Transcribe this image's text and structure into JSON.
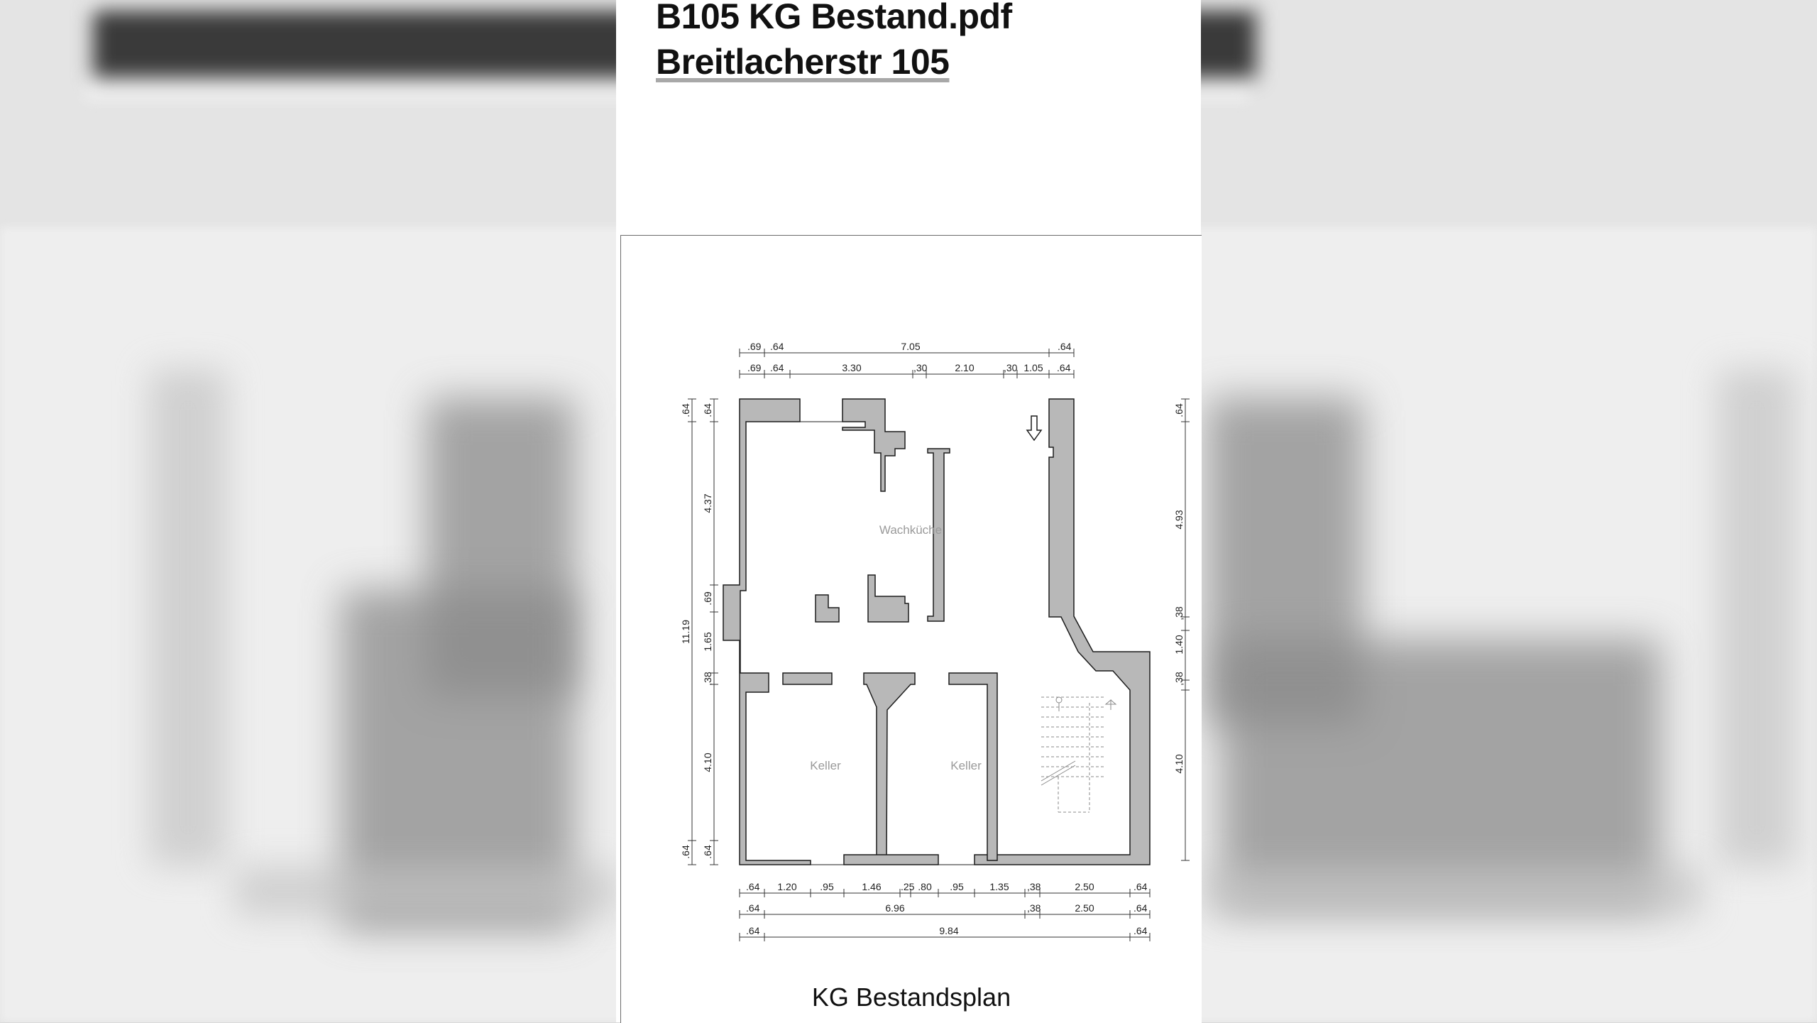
{
  "document": {
    "title": "B105 KG Bestand.pdf",
    "subtitle": "Breitlacherstr 105",
    "caption": "KG Bestandsplan"
  },
  "plan": {
    "rooms": [
      "Wachküche",
      "Keller",
      "Keller"
    ],
    "dims_top_outer": [
      ".69",
      ".64",
      "7.05",
      ".64"
    ],
    "dims_top_inner": [
      ".69",
      ".64",
      "3.30",
      ",30",
      "2.10",
      ",30",
      "1.05",
      ".64"
    ],
    "dims_bottom_1": [
      ".64",
      "1.20",
      ".95",
      "1.46",
      ".25",
      ".80",
      ".95",
      "1.35",
      ",38",
      "2.50",
      ".64"
    ],
    "dims_bottom_2": [
      ".64",
      "6.96",
      ",38",
      "2.50",
      ".64"
    ],
    "dims_bottom_3": [
      ".64",
      "9.84",
      ".64"
    ],
    "dims_left_outer": [
      "11.19",
      ".64",
      ".64"
    ],
    "dims_left_inner": [
      ".64",
      "4.37",
      ".69",
      "1.65",
      ",38",
      "4.10",
      ".64"
    ],
    "dims_right": [
      ".64",
      "4.93",
      ",38",
      "1.40",
      ",38",
      "4.10"
    ]
  },
  "colors": {
    "wall": "#b8b8b8",
    "wall_stroke": "#1c1c1c",
    "paper": "#ffffff"
  },
  "icons": {
    "stair_arrow": "arrow-down-icon"
  }
}
